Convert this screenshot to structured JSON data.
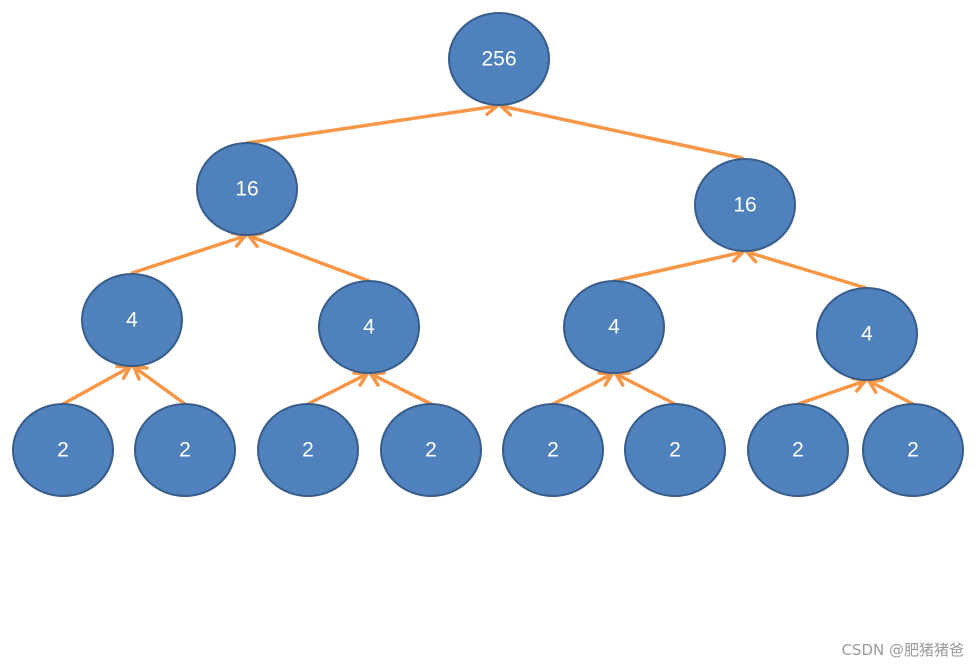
{
  "diagram": {
    "levels": [
      {
        "nodes": [
          {
            "id": "root",
            "label": "256"
          }
        ]
      },
      {
        "nodes": [
          {
            "id": "l1-left",
            "label": "16"
          },
          {
            "id": "l1-right",
            "label": "16"
          }
        ]
      },
      {
        "nodes": [
          {
            "id": "l2-a",
            "label": "4"
          },
          {
            "id": "l2-b",
            "label": "4"
          },
          {
            "id": "l2-c",
            "label": "4"
          },
          {
            "id": "l2-d",
            "label": "4"
          }
        ]
      },
      {
        "nodes": [
          {
            "id": "l3-1",
            "label": "2"
          },
          {
            "id": "l3-2",
            "label": "2"
          },
          {
            "id": "l3-3",
            "label": "2"
          },
          {
            "id": "l3-4",
            "label": "2"
          },
          {
            "id": "l3-5",
            "label": "2"
          },
          {
            "id": "l3-6",
            "label": "2"
          },
          {
            "id": "l3-7",
            "label": "2"
          },
          {
            "id": "l3-8",
            "label": "2"
          }
        ]
      }
    ],
    "edges": [
      {
        "from": "l1-left",
        "to": "root"
      },
      {
        "from": "l1-right",
        "to": "root"
      },
      {
        "from": "l2-a",
        "to": "l1-left"
      },
      {
        "from": "l2-b",
        "to": "l1-left"
      },
      {
        "from": "l2-c",
        "to": "l1-right"
      },
      {
        "from": "l2-d",
        "to": "l1-right"
      },
      {
        "from": "l3-1",
        "to": "l2-a"
      },
      {
        "from": "l3-2",
        "to": "l2-a"
      },
      {
        "from": "l3-3",
        "to": "l2-b"
      },
      {
        "from": "l3-4",
        "to": "l2-b"
      },
      {
        "from": "l3-5",
        "to": "l2-c"
      },
      {
        "from": "l3-6",
        "to": "l2-c"
      },
      {
        "from": "l3-7",
        "to": "l2-d"
      },
      {
        "from": "l3-8",
        "to": "l2-d"
      }
    ],
    "colors": {
      "node_fill": "#4f81bd",
      "node_stroke": "#385d8a",
      "node_text": "#ffffff",
      "edge": "#f79646"
    }
  },
  "watermark": {
    "text": "CSDN @肥猪猪爸"
  }
}
